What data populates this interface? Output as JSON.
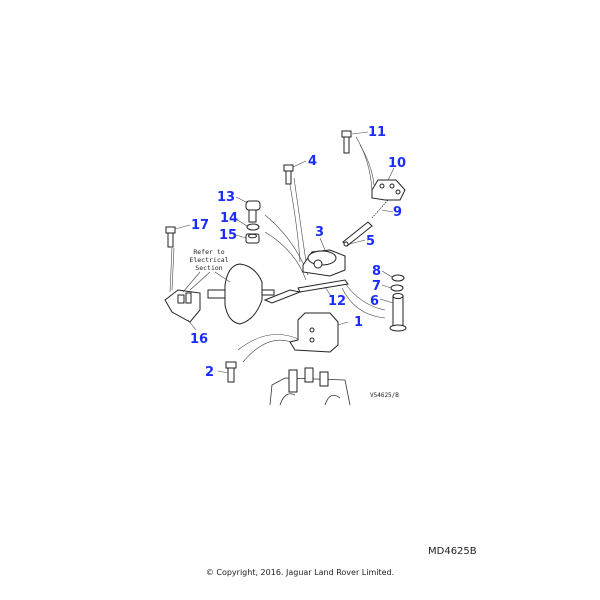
{
  "diagram": {
    "callouts": [
      "1",
      "2",
      "3",
      "4",
      "5",
      "6",
      "7",
      "8",
      "9",
      "10",
      "11",
      "12",
      "13",
      "14",
      "15",
      "16",
      "17"
    ],
    "note": [
      "Refer to",
      "Electrical",
      "Section"
    ],
    "drawing_ref": "V54625/B",
    "accent_color": "#1a2cff"
  },
  "footer": {
    "code": "MD4625B",
    "copyright": "© Copyright, 2016. Jaguar Land Rover Limited."
  }
}
